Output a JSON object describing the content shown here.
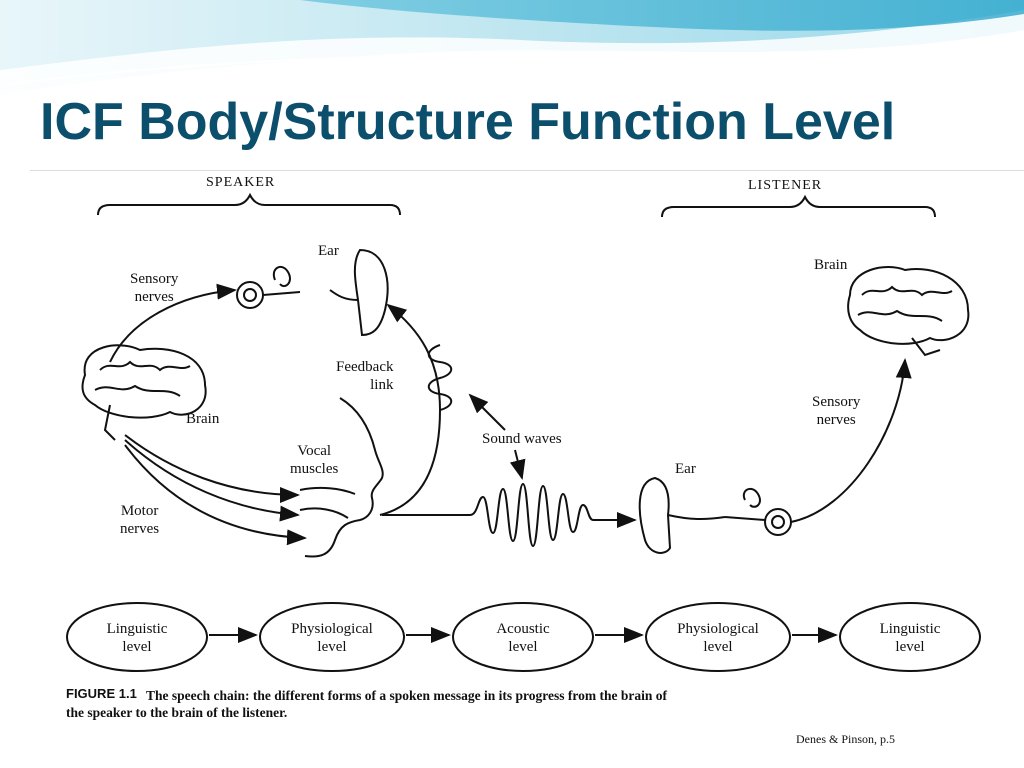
{
  "slide": {
    "title": "ICF Body/Structure Function Level",
    "credit": "Denes & Pinson, p.5"
  },
  "diagram": {
    "speaker_header": "SPEAKER",
    "listener_header": "LISTENER",
    "labels": {
      "ear_speaker": "Ear",
      "sensory_nerves_speaker": "Sensory\nnerves",
      "brain_speaker": "Brain",
      "feedback_link": "Feedback\nlink",
      "sound_waves": "Sound waves",
      "vocal_muscles": "Vocal\nmuscles",
      "motor_nerves": "Motor\nnerves",
      "ear_listener": "Ear",
      "brain_listener": "Brain",
      "sensory_nerves_listener": "Sensory\nnerves"
    },
    "levels": [
      "Linguistic\nlevel",
      "Physiological\nlevel",
      "Acoustic\nlevel",
      "Physiological\nlevel",
      "Linguistic\nlevel"
    ]
  },
  "caption": {
    "tag": "FIGURE 1.1",
    "text": "The speech chain: the different forms of a spoken message in its progress from the brain of",
    "line2": "the speaker to the brain of the listener."
  },
  "colors": {
    "title": "#0b4f6c",
    "banner_light": "#d8f0f6",
    "banner_mid": "#8fd3e6",
    "banner_dark": "#3aaecf"
  }
}
